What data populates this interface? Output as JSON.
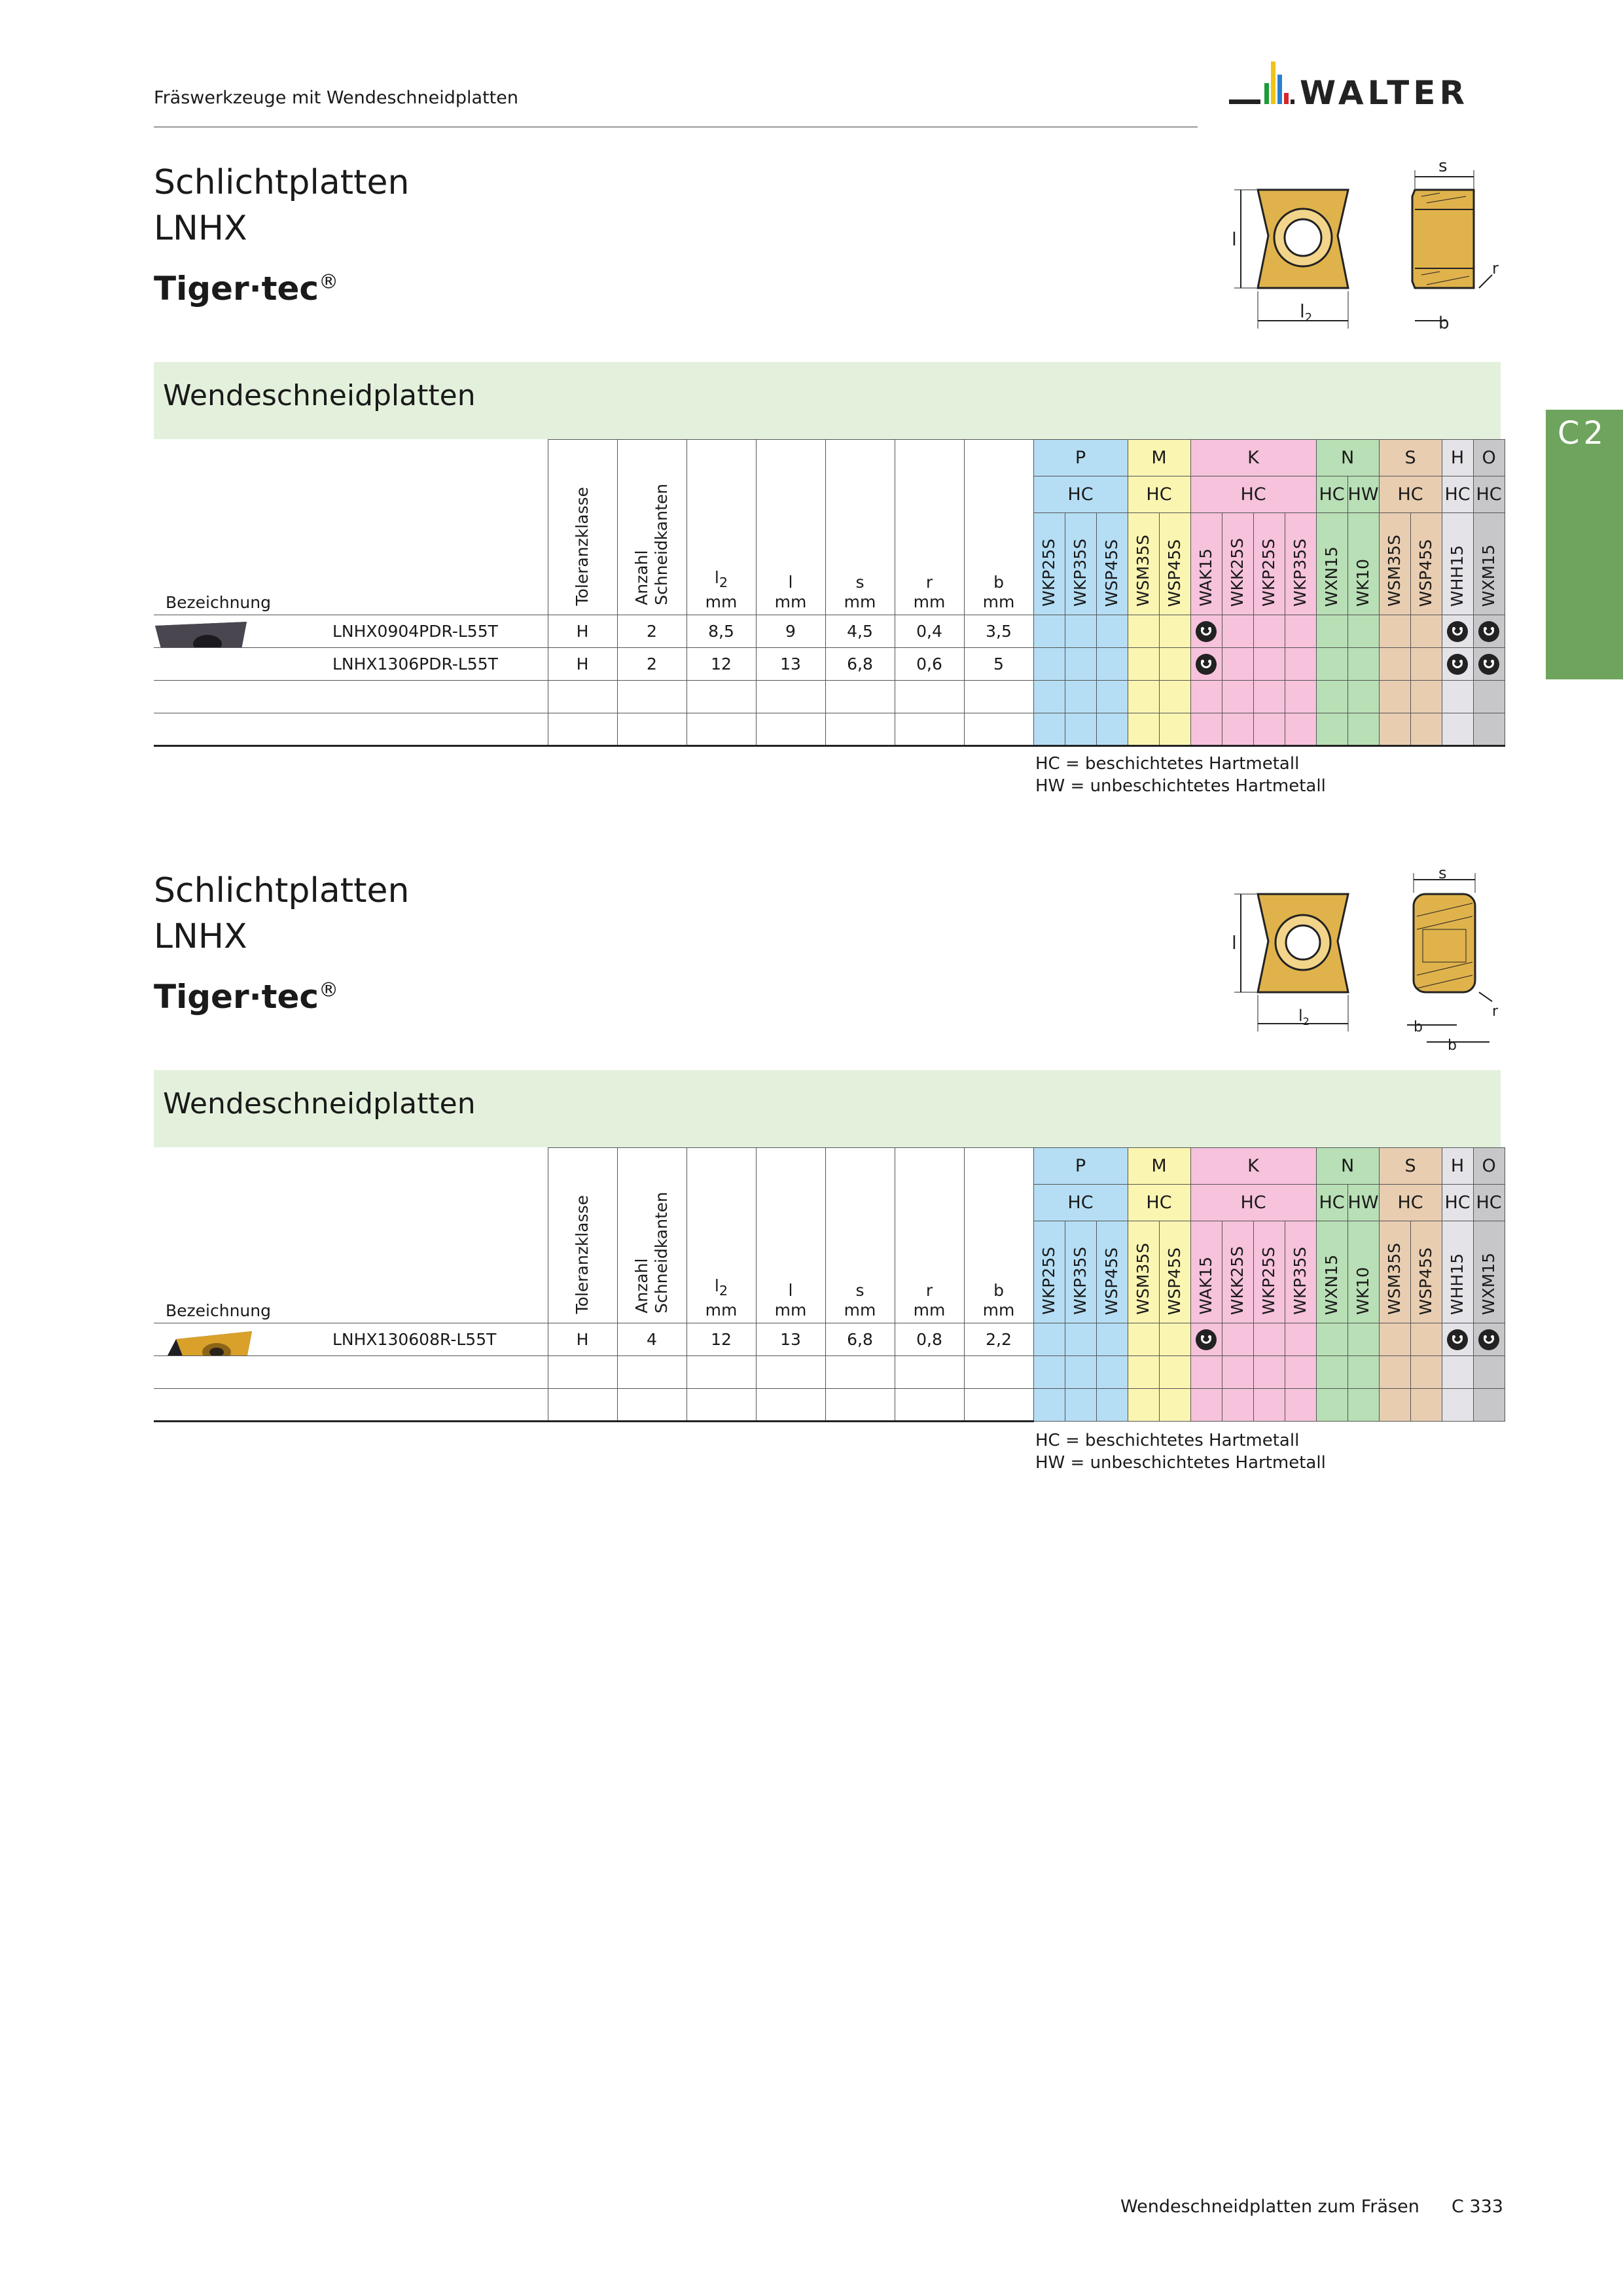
{
  "header": {
    "breadcrumb": "Fräswerkzeuge mit Wendeschneidplatten",
    "logo_text": "WALTER"
  },
  "side_tab": "C2",
  "sections": [
    {
      "title_line1": "Schlichtplatten",
      "title_line2": "LNHX",
      "brand": "Tiger·tec",
      "brand_mark": "®",
      "band": "Wendeschneidplatten",
      "diagram_labels": {
        "l": "l",
        "l2": "l",
        "l2_sub": "2",
        "s": "s",
        "b": "b",
        "r": "r"
      },
      "columns": {
        "designation": "Bezeichnung",
        "tolerance": "Toleranzklasse",
        "edges_line1": "Anzahl",
        "edges_line2": "Schneidkanten",
        "l2": "l",
        "l2_sub": "2",
        "l": "l",
        "s": "s",
        "r": "r",
        "b": "b",
        "unit": "mm"
      },
      "groups": [
        {
          "code": "P",
          "sub": "HC",
          "grades": [
            "WKP25S",
            "WKP35S",
            "WSP45S"
          ],
          "color": "#b5def5"
        },
        {
          "code": "M",
          "sub": "HC",
          "grades": [
            "WSM35S",
            "WSP45S"
          ],
          "color": "#fbf5b2"
        },
        {
          "code": "K",
          "sub": "HC",
          "grades": [
            "WAK15",
            "WKK25S",
            "WKP25S",
            "WKP35S"
          ],
          "color": "#f6c2dc"
        },
        {
          "code": "N",
          "sub": [
            "HC",
            "HW"
          ],
          "grades": [
            "WXN15",
            "WK10"
          ],
          "color": "#b8dfb5"
        },
        {
          "code": "S",
          "sub": "HC",
          "grades": [
            "WSM35S",
            "WSP45S"
          ],
          "color": "#e8cdb1"
        },
        {
          "code": "H",
          "sub": "HC",
          "grades": [
            "WHH15"
          ],
          "color": "#e3e3e8"
        },
        {
          "code": "O",
          "sub": "HC",
          "grades": [
            "WXM15"
          ],
          "color": "#c7c7c9"
        }
      ],
      "rows": [
        {
          "designation": "LNHX0904PDR-L55T",
          "tolerance": "H",
          "edges": "2",
          "l2": "8,5",
          "l": "9",
          "s": "4,5",
          "r": "0,4",
          "b": "3,5",
          "available": [
            "WAK15",
            "WHH15",
            "WXM15"
          ]
        },
        {
          "designation": "LNHX1306PDR-L55T",
          "tolerance": "H",
          "edges": "2",
          "l2": "12",
          "l": "13",
          "s": "6,8",
          "r": "0,6",
          "b": "5",
          "available": [
            "WAK15",
            "WHH15",
            "WXM15"
          ]
        }
      ],
      "notes": [
        "HC = beschichtetes Hartmetall",
        "HW = unbeschichtetes Hartmetall"
      ]
    },
    {
      "title_line1": "Schlichtplatten",
      "title_line2": "LNHX",
      "brand": "Tiger·tec",
      "brand_mark": "®",
      "band": "Wendeschneidplatten",
      "diagram_labels": {
        "l": "l",
        "l2": "l",
        "l2_sub": "2",
        "s": "s",
        "b": "b",
        "r": "r"
      },
      "rows": [
        {
          "designation": "LNHX130608R-L55T",
          "tolerance": "H",
          "edges": "4",
          "l2": "12",
          "l": "13",
          "s": "6,8",
          "r": "0,8",
          "b": "2,2",
          "available": [
            "WAK15",
            "WHH15",
            "WXM15"
          ]
        }
      ],
      "notes": [
        "HC = beschichtetes Hartmetall",
        "HW = unbeschichtetes Hartmetall"
      ]
    }
  ],
  "footer": {
    "text": "Wendeschneidplatten zum Fräsen",
    "page": "C 333"
  }
}
